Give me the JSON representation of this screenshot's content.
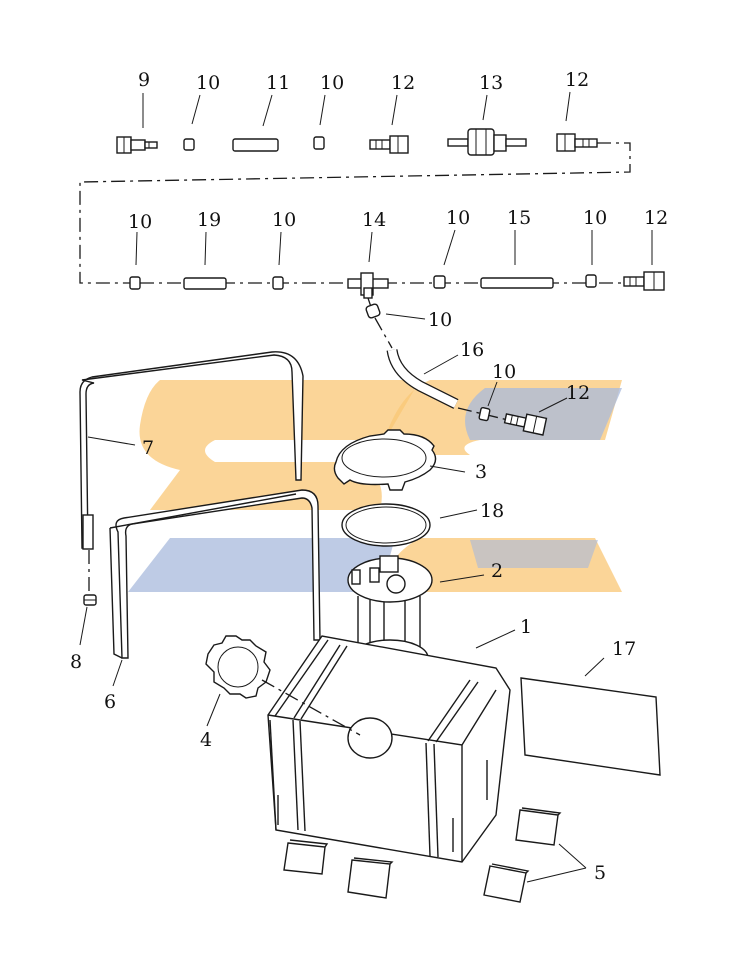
{
  "watermark": {
    "text": "SC",
    "colors": {
      "orange": "#f9c776",
      "blue": "#a8b9dc"
    }
  },
  "labels": {
    "p9": "9",
    "p10a": "10",
    "p11": "11",
    "p10b": "10",
    "p12a": "12",
    "p13": "13",
    "p12b": "12",
    "p10c": "10",
    "p19": "19",
    "p10d": "10",
    "p14": "14",
    "p10e": "10",
    "p15": "15",
    "p10f": "10",
    "p12c": "12",
    "p10g": "10",
    "p16": "16",
    "p10h": "10",
    "p12d": "12",
    "p7": "7",
    "p3": "3",
    "p18": "18",
    "p2": "2",
    "p8": "8",
    "p6": "6",
    "p1": "1",
    "p17": "17",
    "p4": "4",
    "p5": "5"
  }
}
